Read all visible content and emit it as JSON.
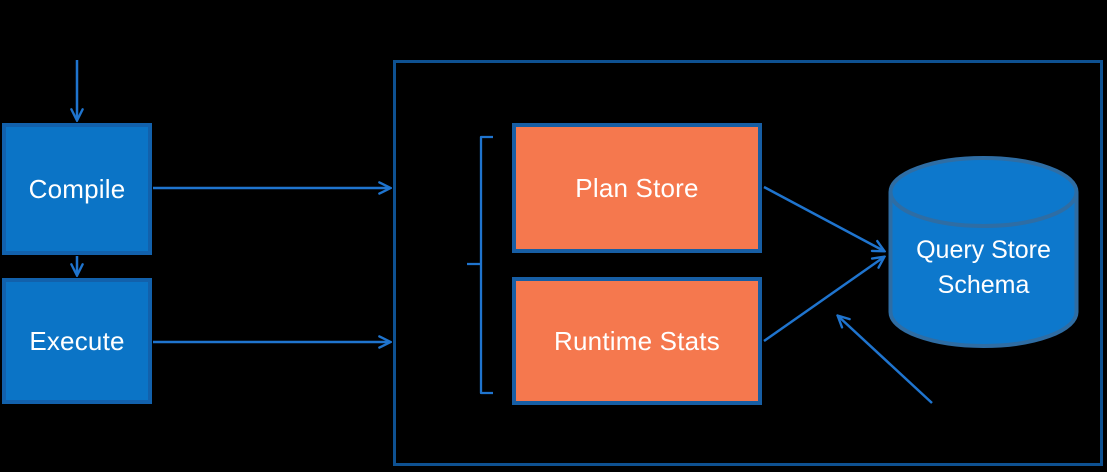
{
  "nodes": {
    "compile": {
      "label": "Compile"
    },
    "execute": {
      "label": "Execute"
    },
    "plan_store": {
      "label": "Plan Store"
    },
    "runtime_stats": {
      "label": "Runtime Stats"
    },
    "query_store_schema": {
      "line1": "Query Store",
      "line2": "Schema"
    }
  },
  "icons": {
    "database_cylinder": "database-cylinder-icon",
    "left_bracket": "left-brace-bracket",
    "arrowhead": "open-chevron-arrowhead"
  },
  "colors": {
    "background": "#000000",
    "blue_box_fill": "#0B74C6",
    "blue_box_border": "#1261AC",
    "orange_box_fill": "#F5784E",
    "orange_box_border": "#175EA4",
    "container_border": "#0E5191",
    "arrow": "#1F74CE",
    "cylinder_fill": "#0D78CC",
    "cylinder_border": "#2E6DA4",
    "label_text": "#FFFFFF"
  },
  "edges": [
    {
      "from": "external-top",
      "to": "compile"
    },
    {
      "from": "compile",
      "to": "execute"
    },
    {
      "from": "compile",
      "to": "query-store-container"
    },
    {
      "from": "execute",
      "to": "query-store-container"
    },
    {
      "from": "plan-store",
      "to": "query-store-schema"
    },
    {
      "from": "runtime-stats",
      "to": "query-store-schema"
    },
    {
      "from": "external-bottom-right",
      "to": "query-store-schema"
    }
  ]
}
